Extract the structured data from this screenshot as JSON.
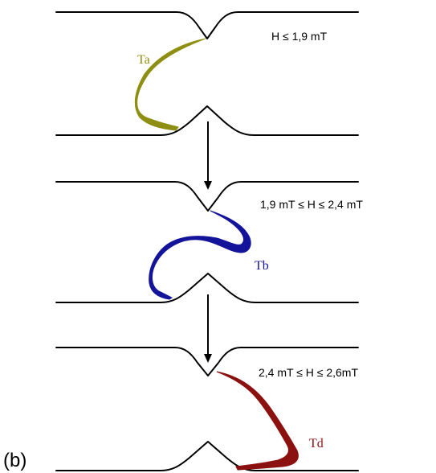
{
  "panel_label": "(b)",
  "stages": [
    {
      "field_condition": "H ≤ 1,9 mT",
      "wall_label": "Ta",
      "wall_color": "#8e8e12"
    },
    {
      "field_condition": "1,9 mT ≤ H ≤ 2,4 mT",
      "wall_label": "Tb",
      "wall_color": "#14149a"
    },
    {
      "field_condition": "2,4 mT ≤ H ≤ 2,6mT",
      "wall_label": "Td",
      "wall_color": "#8b1010"
    }
  ]
}
